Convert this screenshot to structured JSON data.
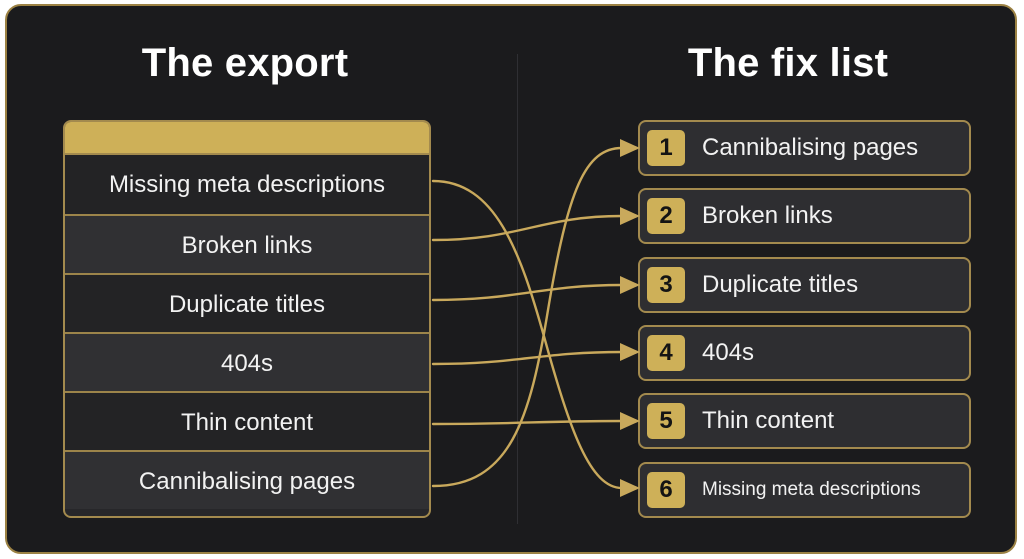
{
  "left_column": {
    "title": "The export",
    "rows": [
      "Missing meta descriptions",
      "Broken links",
      "Duplicate titles",
      "404s",
      "Thin content",
      "Cannibalising pages"
    ]
  },
  "right_column": {
    "title": "The fix list",
    "items": [
      {
        "number": "1",
        "label": "Cannibalising pages"
      },
      {
        "number": "2",
        "label": "Broken links"
      },
      {
        "number": "3",
        "label": "Duplicate titles"
      },
      {
        "number": "4",
        "label": "404s"
      },
      {
        "number": "5",
        "label": "Thin content"
      },
      {
        "number": "6",
        "label": "Missing meta descriptions"
      }
    ]
  },
  "mapping": [
    {
      "from": "Missing meta descriptions",
      "to": "6"
    },
    {
      "from": "Broken links",
      "to": "2"
    },
    {
      "from": "Duplicate titles",
      "to": "3"
    },
    {
      "from": "404s",
      "to": "4"
    },
    {
      "from": "Thin content",
      "to": "5"
    },
    {
      "from": "Cannibalising pages",
      "to": "1"
    }
  ],
  "colors": {
    "accent": "#ceb058",
    "connector": "#c9a95c",
    "background": "#1b1b1d"
  }
}
